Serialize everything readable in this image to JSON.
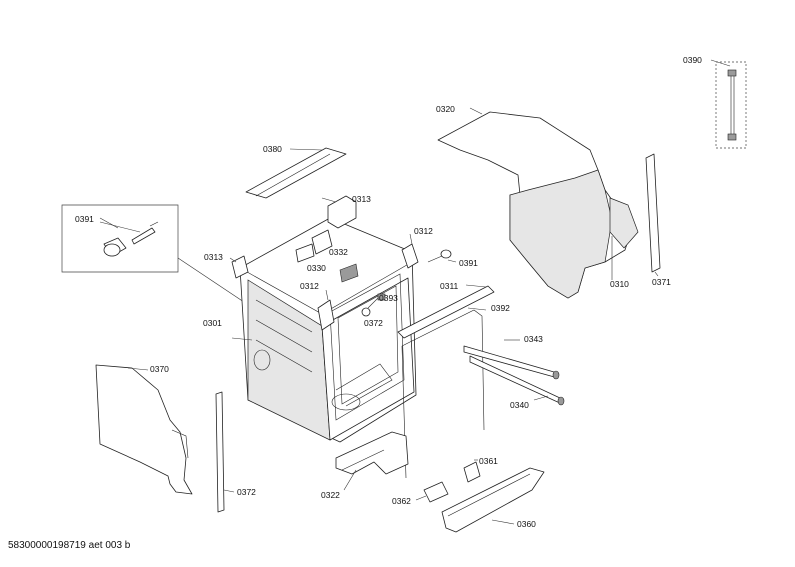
{
  "labels": [
    {
      "id": "l0390",
      "text": "0390"
    },
    {
      "id": "l0320",
      "text": "0320"
    },
    {
      "id": "l0380",
      "text": "0380"
    },
    {
      "id": "l0313a",
      "text": "0313"
    },
    {
      "id": "l0391a",
      "text": "0391"
    },
    {
      "id": "l0312a",
      "text": "0312"
    },
    {
      "id": "l0332",
      "text": "0332"
    },
    {
      "id": "l0313b",
      "text": "0313"
    },
    {
      "id": "l0391b",
      "text": "0391"
    },
    {
      "id": "l0330",
      "text": "0330"
    },
    {
      "id": "l0312b",
      "text": "0312"
    },
    {
      "id": "l0311",
      "text": "0311"
    },
    {
      "id": "l0393",
      "text": "0393"
    },
    {
      "id": "l0392",
      "text": "0392"
    },
    {
      "id": "l0310",
      "text": "0310"
    },
    {
      "id": "l0371",
      "text": "0371"
    },
    {
      "id": "l0372a",
      "text": "0372"
    },
    {
      "id": "l0301",
      "text": "0301"
    },
    {
      "id": "l0343",
      "text": "0343"
    },
    {
      "id": "l0370",
      "text": "0370"
    },
    {
      "id": "l0340",
      "text": "0340"
    },
    {
      "id": "l0361",
      "text": "0361"
    },
    {
      "id": "l0372b",
      "text": "0372"
    },
    {
      "id": "l0322",
      "text": "0322"
    },
    {
      "id": "l0362",
      "text": "0362"
    },
    {
      "id": "l0360",
      "text": "0360"
    }
  ],
  "footer": "58300000198719 aet 003 b"
}
